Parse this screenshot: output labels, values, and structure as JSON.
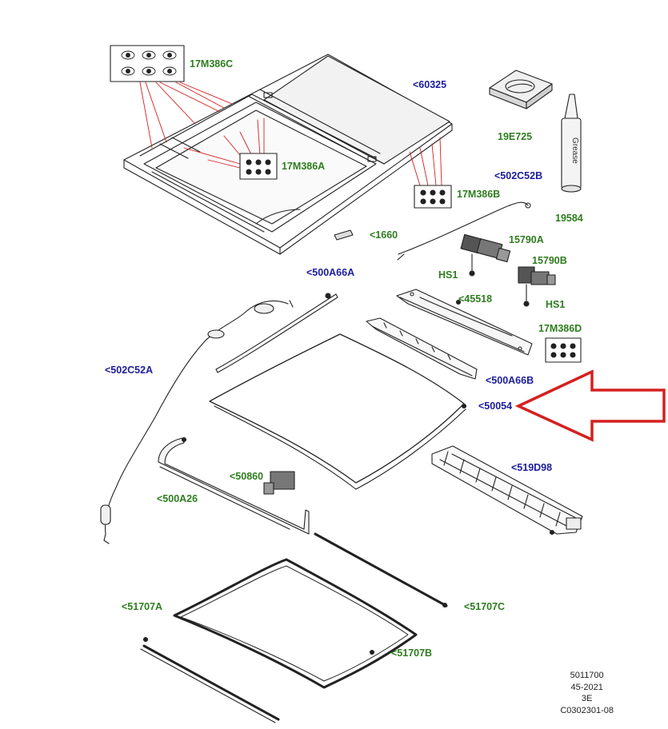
{
  "callouts": {
    "c17M386C": "17M386C",
    "c60325": "<60325",
    "c17M386A": "17M386A",
    "c19E725": "19E725",
    "c502C52B": "<502C52B",
    "c17M386B": "17M386B",
    "c19584": "19584",
    "c1660": "<1660",
    "c15790A": "15790A",
    "cHS1a": "HS1",
    "c15790B": "15790B",
    "cHS1b": "HS1",
    "c500A66A": "<500A66A",
    "c45518": "<45518",
    "c17M386D": "17M386D",
    "c502C52A": "<502C52A",
    "c500A66B": "<500A66B",
    "c50054": "<50054",
    "c519D98": "<519D98",
    "c50860": "<50860",
    "c500A26": "<500A26",
    "c51707A": "<51707A",
    "c51707C": "<51707C",
    "c51707B": "<51707B"
  },
  "grease_label": "Grease",
  "footer": {
    "line1": "5011700",
    "line2": "45-2021",
    "line3": "3E",
    "line4": "C0302301-08"
  },
  "colors": {
    "part_number_green": "#2e7d1e",
    "part_number_blue": "#1c1c9c",
    "highlight_arrow": "#d42020",
    "leader_red": "#d42020"
  },
  "icons": {
    "highlight": "red-outline-arrow-icon"
  }
}
